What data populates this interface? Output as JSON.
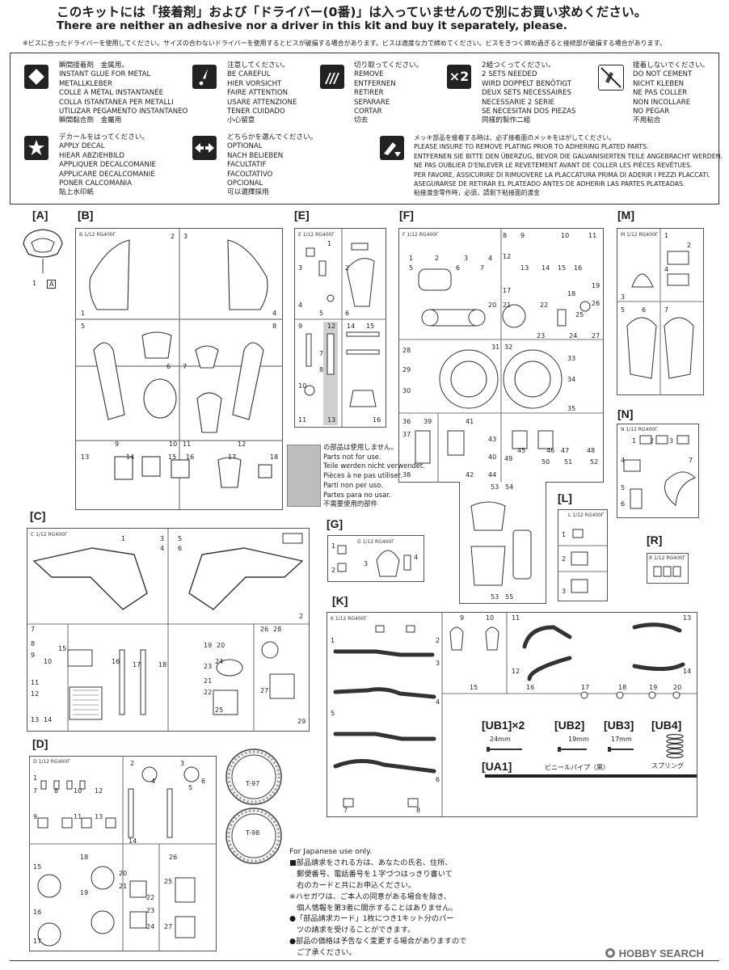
{
  "header": {
    "jp": "このキットには「接着剤」および「ドライバー(0番)」は入っていませんので別にお買い求めください。",
    "en": "There are neither an adhesive nor a driver in this kit and buy it separately, please.",
    "note": "※ビスに合ったドライバーを使用してください。サイズの合わないドライバーを使用するとビスが破損する場合があります。ビスは適度な力で締めてください。ビスをきつく締め過ぎると接続部が破損する場合があります。"
  },
  "symbols": {
    "glue": {
      "icon": "diamond-icon",
      "lines": [
        "瞬間接着剤　金属用。",
        "INSTANT GLUE FOR METAL",
        "METALLKLEBER",
        "COLLE A MÉTAL INSTANTANÉE",
        "COLLA ISTANTANEA PER METALLI",
        "UTILIZAR PEGAMENTO INSTANTANEO",
        "瞬間黏合劑　金屬用"
      ]
    },
    "careful": {
      "icon": "caution-drop-icon",
      "lines": [
        "注意してください。",
        "BE CAREFUL",
        "HIER VORSICHT",
        "FAIRE ATTENTION",
        "USARE ATTENZIONE",
        "TENER CUIDADO",
        "小心留意"
      ]
    },
    "cut": {
      "icon": "cut-off-icon",
      "lines": [
        "切り取ってください。",
        "REMOVE",
        "ENTFERNEN",
        "RETIRER",
        "SEPARARE",
        "CORTAR",
        "切去"
      ]
    },
    "twosets": {
      "icon": "x2-icon",
      "badge": "×2",
      "lines": [
        "2組つくってください。",
        "2 SETS NEEDED",
        "WIRD DOPPELT BENÖTIGT",
        "DEUX SETS NECESSAIRES",
        "NECESSARIE 2 SERIE",
        "SE NECESITAN DOS PIEZAS",
        "同樣的製作二組"
      ]
    },
    "nocement": {
      "icon": "no-cement-icon",
      "lines": [
        "接着しないでください。",
        "DO NOT CEMENT",
        "NICHT KLEBEN",
        "NE PAS COLLER",
        "NON INCOLLARE",
        "NO PEGAR",
        "不用粘合"
      ]
    },
    "decal": {
      "icon": "star-icon",
      "lines": [
        "デカールをはってください。",
        "APPLY DECAL",
        "HIEAR ABZIEHBILD",
        "APPLIQUER DECALCOMANIE",
        "APPLICARE DECALCOMANIE",
        "PONER CALCOMANIA",
        "貼上水印紙"
      ]
    },
    "optional": {
      "icon": "optional-arrows-icon",
      "lines": [
        "どちらかを選んでください。",
        "OPTIONAL",
        "NACH BELIEBEN",
        "FACULTATIF",
        "FACOLTATIVO",
        "OPCIONAL",
        "可以選擇採用"
      ]
    },
    "plating": {
      "icon": "plating-icon",
      "lines": [
        "メッキ部品を接着する時は、必ず接着面のメッキをはがしてください。",
        "PLEASE INSURE TO REMOVE PLATING PRIOR TO ADHERING PLATED PARTS.",
        "ENTFERNEN SIE BITTE DEN ÜBERZUG, BEVOR DIE GALVANISIERTEN TEILE ANGEBRACHT WERDEN.",
        "NE PAS OUBLIER D'ENLEVER LE REVETEMENT AVANT DE COLLER LES PIÈCES REVÊTUES.",
        "PER FAVORE, ASSICURIRE DI RIMUOVERE LA PLACCATURA PRIMA DI ADERIR I PEZZI PLACCATI.",
        "ASEGURARSE DE RETIRAR EL PLATEADO ANTES DE ADHERIR LAS PARTES PLATEADAS.",
        "粘接渡金零件時，必須，請剝下粘接面的渡金"
      ]
    }
  },
  "sections": {
    "A": "[A]",
    "B": "[B]",
    "C": "[C]",
    "D": "[D]",
    "E": "[E]",
    "F": "[F]",
    "G": "[G]",
    "K": "[K]",
    "L": "[L]",
    "M": "[M]",
    "N": "[N]",
    "R": "[R]"
  },
  "runner_tag": "1/12 RG400Γ",
  "letters": {
    "A": "A",
    "B": "B",
    "C": "C",
    "D": "D",
    "E": "E",
    "F": "F",
    "G": "G",
    "K": "K",
    "L": "L",
    "M": "M",
    "N": "N",
    "R": "R"
  },
  "parts": {
    "A": [
      "1"
    ],
    "B": [
      "1",
      "2",
      "3",
      "4",
      "5",
      "6",
      "7",
      "8",
      "9",
      "10",
      "11",
      "12",
      "13",
      "14",
      "15",
      "16",
      "17",
      "18"
    ],
    "C": [
      "1",
      "2",
      "3",
      "4",
      "5",
      "6",
      "7",
      "8",
      "9",
      "10",
      "11",
      "12",
      "13",
      "14",
      "15",
      "16",
      "17",
      "18",
      "19",
      "20",
      "21",
      "22",
      "23",
      "24",
      "25",
      "26",
      "27",
      "28",
      "29"
    ],
    "D": [
      "1",
      "2",
      "3",
      "4",
      "5",
      "6",
      "7",
      "8",
      "9",
      "10",
      "11",
      "12",
      "13",
      "14",
      "15",
      "16",
      "17",
      "18",
      "19",
      "20",
      "21",
      "22",
      "23",
      "24",
      "25",
      "26",
      "27"
    ],
    "E": [
      "1",
      "2",
      "3",
      "4",
      "5",
      "6",
      "7",
      "8",
      "9",
      "10",
      "11",
      "12",
      "13",
      "14",
      "15",
      "16"
    ],
    "F": [
      "1",
      "2",
      "3",
      "4",
      "5",
      "6",
      "7",
      "8",
      "9",
      "10",
      "11",
      "12",
      "13",
      "14",
      "15",
      "16",
      "17",
      "18",
      "19",
      "20",
      "21",
      "22",
      "23",
      "24",
      "25",
      "26",
      "27",
      "28",
      "29",
      "30",
      "31",
      "32",
      "33",
      "34",
      "35",
      "36",
      "37",
      "38",
      "39",
      "40",
      "41",
      "42",
      "43",
      "44",
      "45",
      "46",
      "47",
      "48",
      "49",
      "50",
      "51",
      "52",
      "53",
      "54",
      "55"
    ],
    "G": [
      "1",
      "2",
      "3",
      "4"
    ],
    "K": [
      "1",
      "2",
      "3",
      "4",
      "5",
      "6",
      "7",
      "8",
      "9",
      "10",
      "11",
      "12",
      "13",
      "14",
      "15",
      "16",
      "17",
      "18",
      "19",
      "20"
    ],
    "L": [
      "1",
      "2",
      "3"
    ],
    "M": [
      "1",
      "2",
      "3",
      "4",
      "5",
      "6",
      "7"
    ],
    "N": [
      "1",
      "2",
      "3",
      "4",
      "5",
      "6",
      "7"
    ]
  },
  "tires": {
    "rear": "T-97",
    "front": "T-98"
  },
  "not_for_use": [
    "の部品は使用しません。",
    "Parts not for use.",
    "Teile werden nicht verwendet.",
    "Pièces à ne pas utiliser.",
    "Parti non per uso.",
    "Partes para no usar.",
    "不需要使用的部件"
  ],
  "ub": {
    "ub1": "[UB1]×2",
    "ub1_size": "24mm",
    "ub2": "[UB2]",
    "ub2_size": "19mm",
    "ub3": "[UB3]",
    "ub3_size": "17mm",
    "ub4": "[UB4]",
    "ub4_name": "スプリング",
    "ua1": "[UA1]",
    "ua1_name": "ビニールパイプ（黒）"
  },
  "japan_note": [
    "For Japanese use only.",
    "■部品請求をされる方は、あなたの氏名、住所、",
    "　郵便番号、電話番号を１字づつはっきり書いて",
    "　右のカードと共にお申込ください。",
    "※ハセガワは、ご本人の同意がある場合を除き、",
    "　個人情報を第3者に開示することはありません。",
    "●「部品請求カード」1枚につき1キット分のパー",
    "　ツの請求を受けることができます。",
    "●部品の価格は予告なく変更する場合がありますので",
    "　ご了承ください。"
  ],
  "watermark": "HOBBY SEARCH",
  "colors": {
    "ink": "#1a1a1a",
    "line": "#555555",
    "gray": "#bdbdbd"
  }
}
